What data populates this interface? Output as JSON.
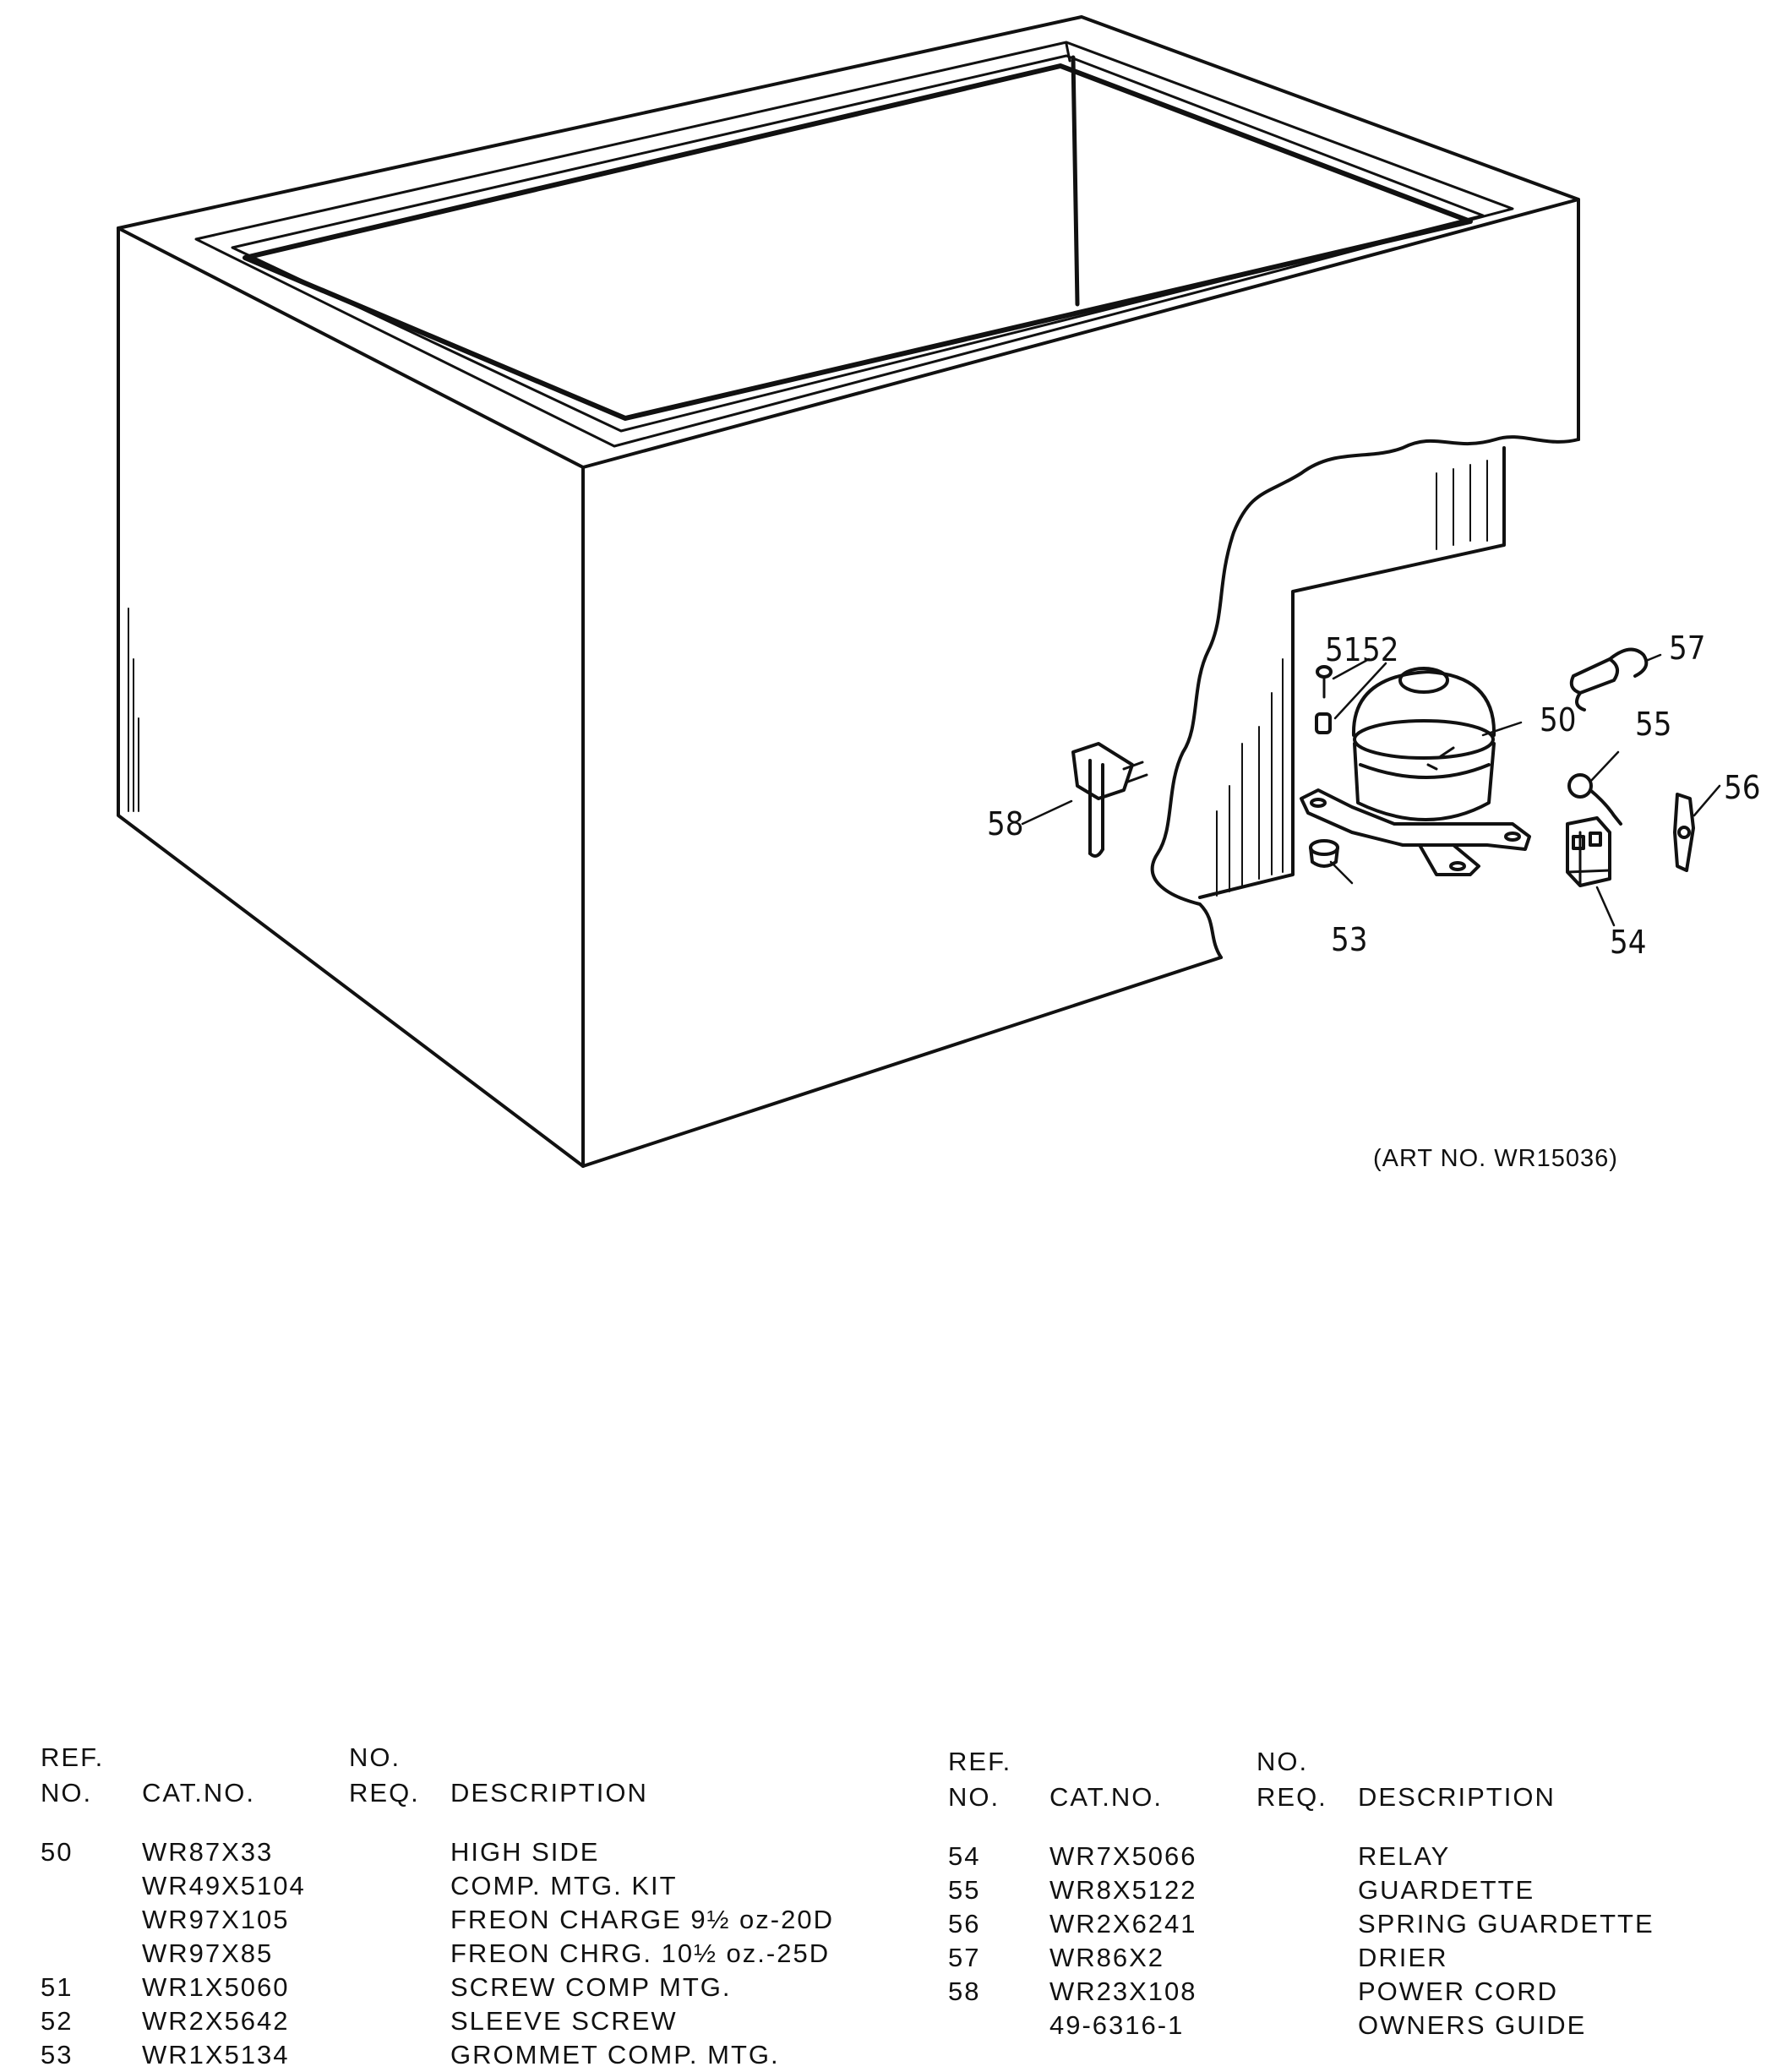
{
  "art_no": "(ART NO. WR15036)",
  "callouts": [
    {
      "id": "50",
      "label": "50"
    },
    {
      "id": "51",
      "label": "51"
    },
    {
      "id": "52",
      "label": "52"
    },
    {
      "id": "53",
      "label": "53"
    },
    {
      "id": "54",
      "label": "54"
    },
    {
      "id": "55",
      "label": "55"
    },
    {
      "id": "56",
      "label": "56"
    },
    {
      "id": "57",
      "label": "57"
    },
    {
      "id": "58",
      "label": "58"
    }
  ],
  "parts_table": {
    "headers": {
      "ref_line1": "REF.",
      "ref_line2": "NO.",
      "cat": "CAT.NO.",
      "req_line1": "NO.",
      "req_line2": "REQ.",
      "desc": "DESCRIPTION"
    },
    "left": [
      {
        "ref": "50",
        "cat": "WR87X33",
        "req": "",
        "desc": "HIGH SIDE"
      },
      {
        "ref": "",
        "cat": "WR49X5104",
        "req": "",
        "desc": "COMP. MTG. KIT"
      },
      {
        "ref": "",
        "cat": "WR97X105",
        "req": "",
        "desc": "FREON CHARGE 9½ oz-20D"
      },
      {
        "ref": "",
        "cat": "WR97X85",
        "req": "",
        "desc": "FREON CHRG. 10½ oz.-25D"
      },
      {
        "ref": "51",
        "cat": "WR1X5060",
        "req": "",
        "desc": "SCREW COMP MTG."
      },
      {
        "ref": "52",
        "cat": "WR2X5642",
        "req": "",
        "desc": "SLEEVE SCREW"
      },
      {
        "ref": "53",
        "cat": "WR1X5134",
        "req": "",
        "desc": "GROMMET COMP. MTG."
      }
    ],
    "right": [
      {
        "ref": "54",
        "cat": "WR7X5066",
        "req": "",
        "desc": "RELAY"
      },
      {
        "ref": "55",
        "cat": "WR8X5122",
        "req": "",
        "desc": "GUARDETTE"
      },
      {
        "ref": "56",
        "cat": "WR2X6241",
        "req": "",
        "desc": "SPRING GUARDETTE"
      },
      {
        "ref": "57",
        "cat": "WR86X2",
        "req": "",
        "desc": "DRIER"
      },
      {
        "ref": "58",
        "cat": "WR23X108",
        "req": "",
        "desc": "POWER CORD"
      },
      {
        "ref": "",
        "cat": "49-6316-1",
        "req": "",
        "desc": "OWNERS GUIDE"
      }
    ]
  }
}
